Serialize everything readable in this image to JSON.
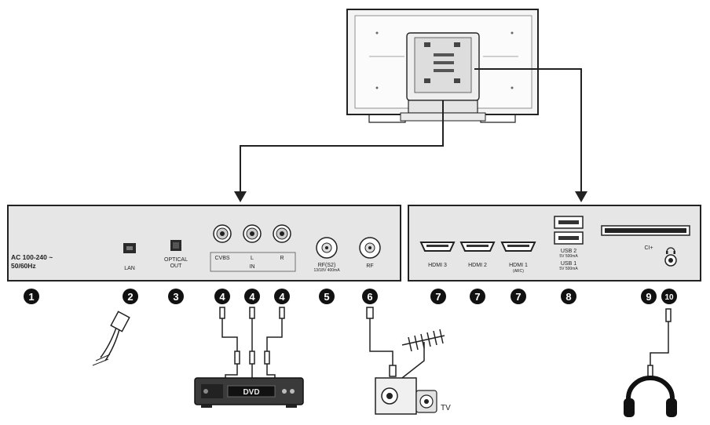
{
  "panel_left": {
    "power_label_1": "AC 100-240 ~",
    "power_label_2": "50/60Hz",
    "lan": "LAN",
    "optical_1": "OPTICAL",
    "optical_2": "OUT",
    "cvbs": "CVBS",
    "audio_l": "L",
    "audio_r": "R",
    "av_in": "IN",
    "rf_s2": "RF(S2)",
    "rf_s2_note": "13/18V 400mA",
    "rf": "RF"
  },
  "panel_right": {
    "hdmi3": "HDMI 3",
    "hdmi2": "HDMI 2",
    "hdmi1": "HDMI 1",
    "hdmi1_sub": "(ARC)",
    "usb2": "USB 2",
    "usb2_note": "5V 500mA",
    "usb1": "USB 1",
    "usb1_note": "5V 500mA",
    "ci": "CI+"
  },
  "callouts": [
    "1",
    "2",
    "3",
    "4",
    "4",
    "4",
    "5",
    "6",
    "7",
    "7",
    "7",
    "8",
    "9",
    "10"
  ],
  "devices": {
    "dvd_label": "DVD",
    "tv_label": "TV"
  },
  "icons": [
    "tv-back-icon",
    "headphones-icon",
    "antenna-icon",
    "dvd-player-icon",
    "lan-cable-icon"
  ]
}
